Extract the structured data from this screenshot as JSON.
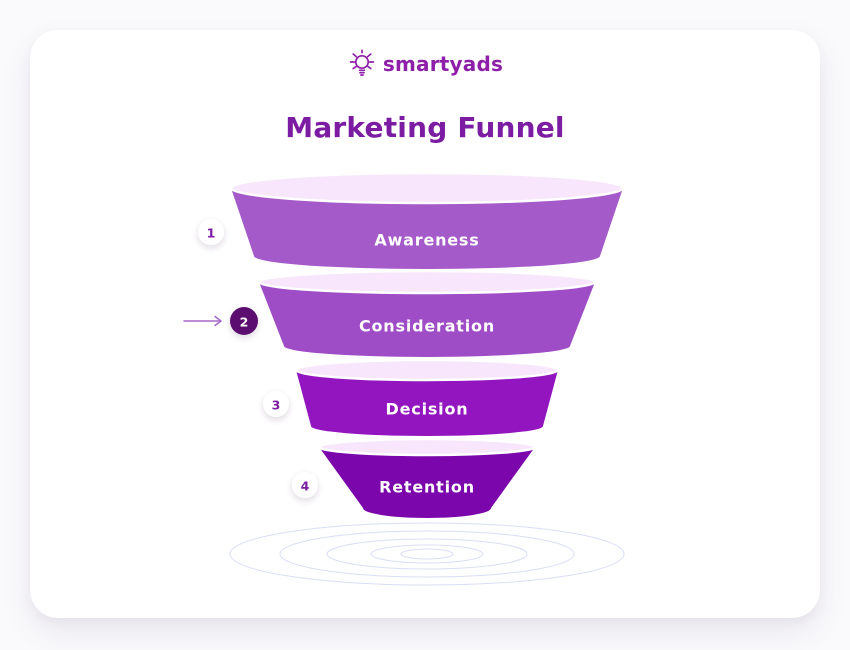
{
  "page": {
    "background_color": "#FAFAFC",
    "card_background_color": "#FFFFFF"
  },
  "logo": {
    "text": "smartyads",
    "icon": "lightbulb-icon",
    "color": "#8E1FA8"
  },
  "title": {
    "text": "Marketing Funnel",
    "color": "#7B1CA2"
  },
  "funnel": {
    "stages": [
      {
        "number": "1",
        "label": "Awareness",
        "color": "#A55AC9",
        "highlighted": false
      },
      {
        "number": "2",
        "label": "Consideration",
        "color": "#9F4DC6",
        "highlighted": true
      },
      {
        "number": "3",
        "label": "Decision",
        "color": "#9315BF",
        "highlighted": false
      },
      {
        "number": "4",
        "label": "Retention",
        "color": "#7B07AC",
        "highlighted": false
      }
    ],
    "highlighted_stage_number": "2",
    "top_surface_color": "#F7E6FC",
    "label_color": "#FFFFFF",
    "badge_bg_color": "#FFFFFF",
    "badge_number_color": "#7B1CA2",
    "highlight_badge_bg_color": "#5C1170",
    "highlight_badge_number_color": "#FFFFFF",
    "arrow_color": "#A768C8",
    "ripple_color": "#DADEF5"
  }
}
